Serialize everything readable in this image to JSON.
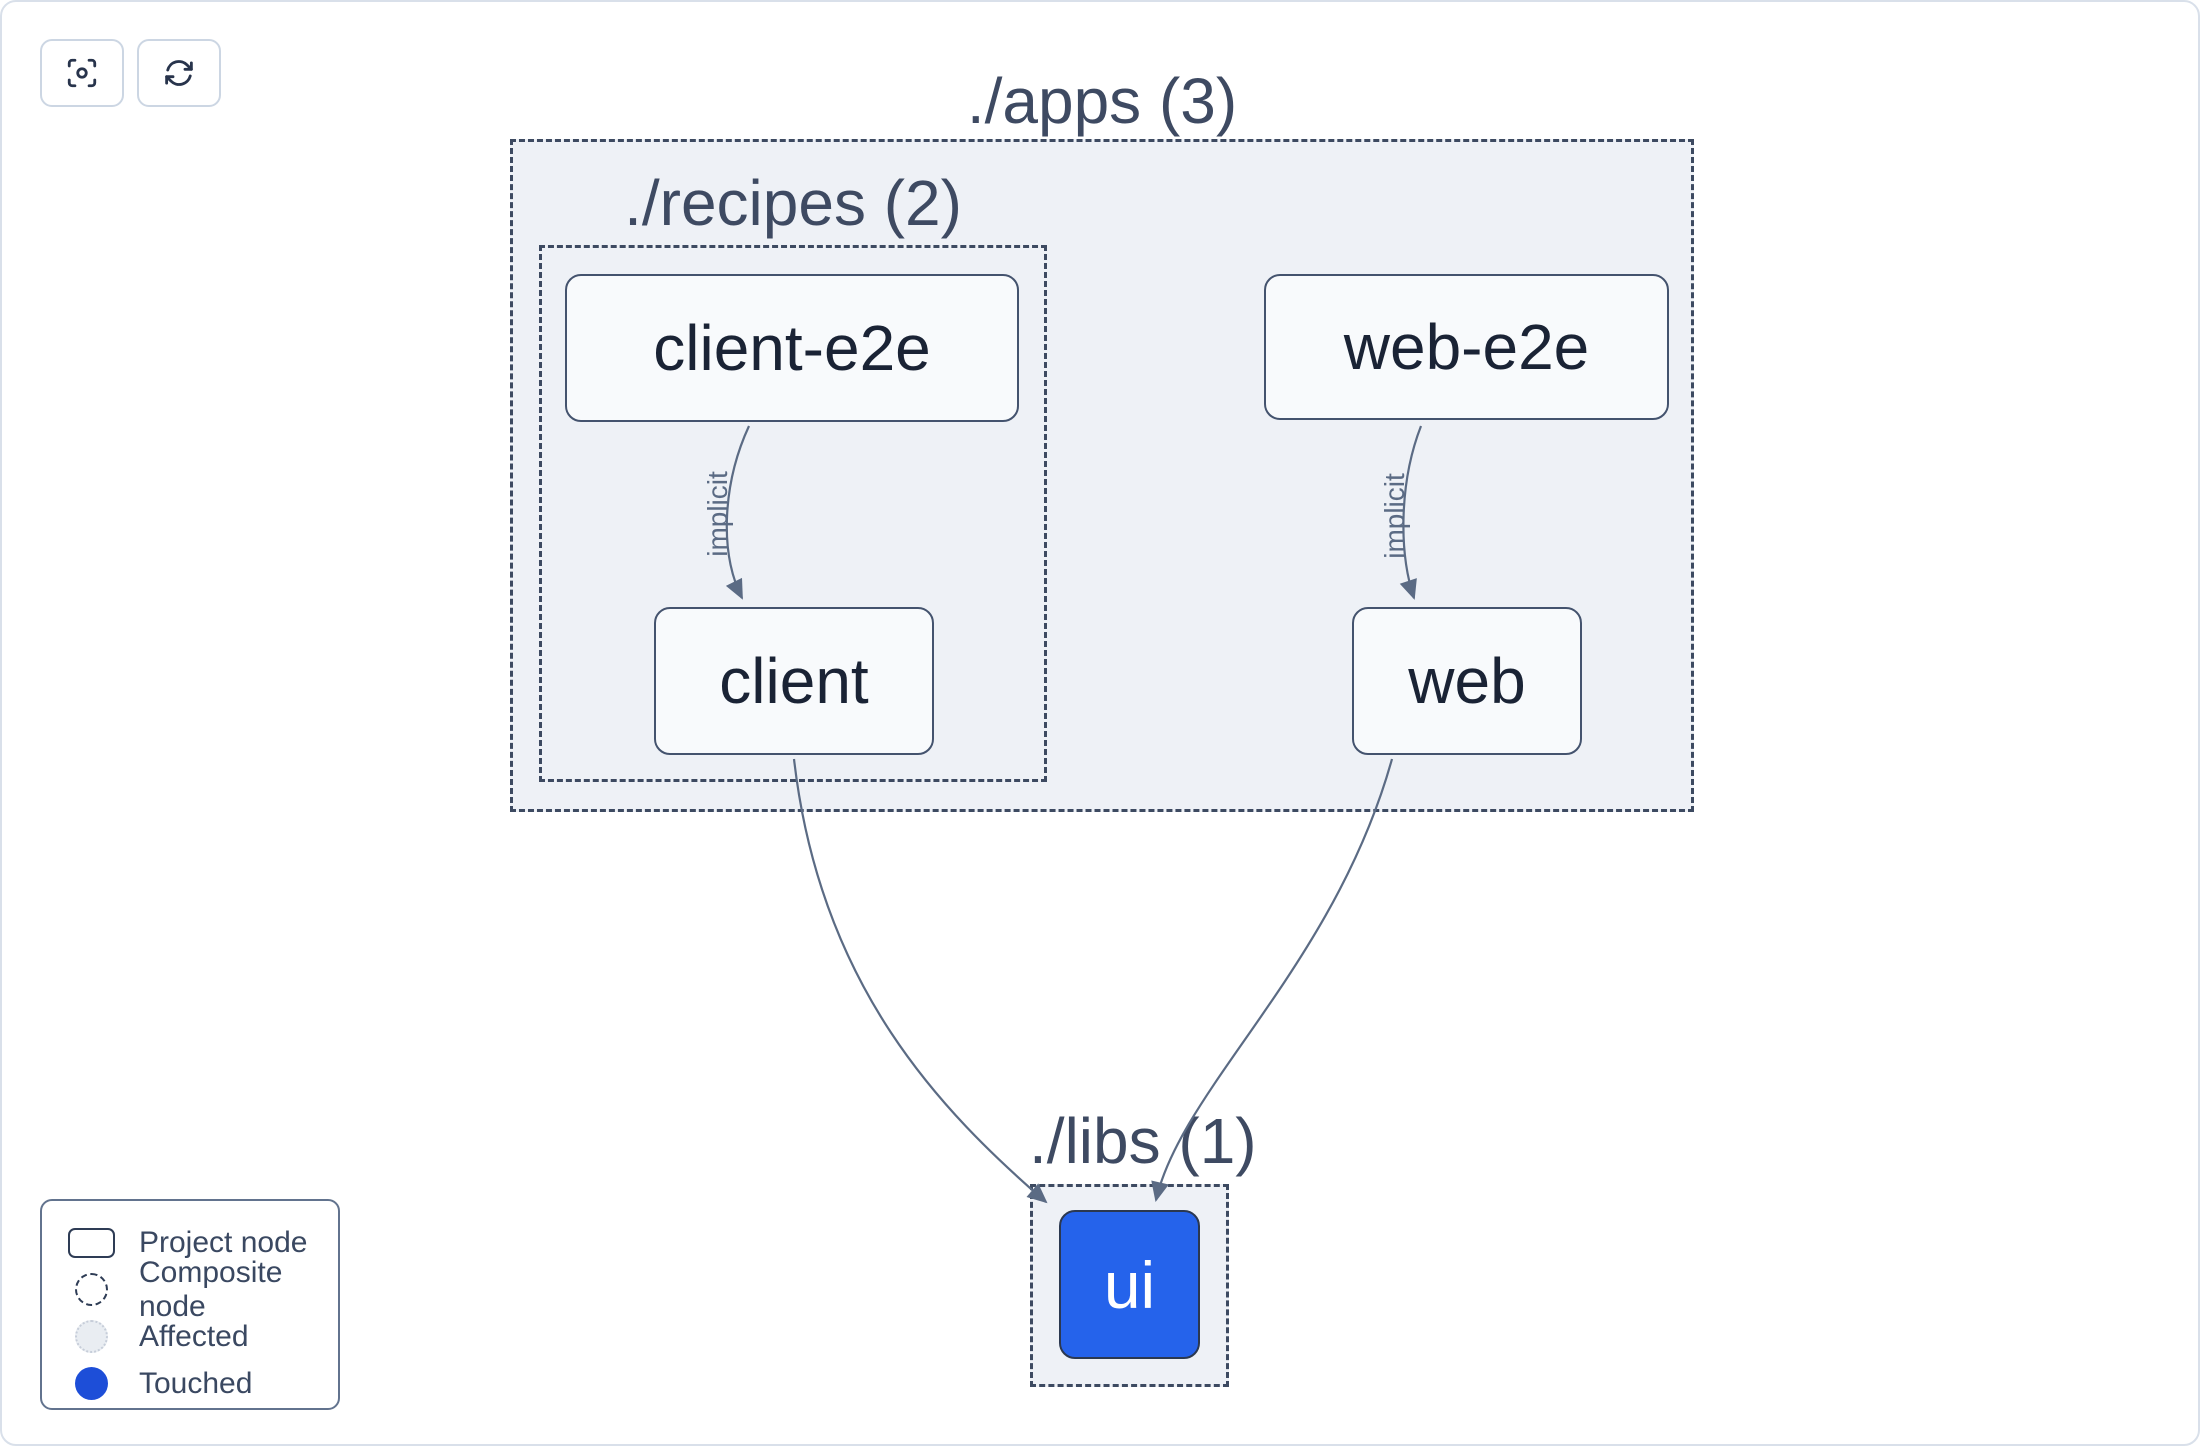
{
  "toolbar": {
    "focus_button": {
      "icon": "focus-icon"
    },
    "refresh_button": {
      "icon": "refresh-icon"
    }
  },
  "graph": {
    "groups": [
      {
        "id": "apps",
        "label": "./apps (3)"
      },
      {
        "id": "recipes",
        "label": "./recipes (2)"
      },
      {
        "id": "libs",
        "label": "./libs (1)"
      }
    ],
    "nodes": [
      {
        "id": "client-e2e",
        "label": "client-e2e",
        "state": "normal"
      },
      {
        "id": "web-e2e",
        "label": "web-e2e",
        "state": "normal"
      },
      {
        "id": "client",
        "label": "client",
        "state": "normal"
      },
      {
        "id": "web",
        "label": "web",
        "state": "normal"
      },
      {
        "id": "ui",
        "label": "ui",
        "state": "touched"
      }
    ],
    "edges": [
      {
        "from": "client-e2e",
        "to": "client",
        "label": "implicit"
      },
      {
        "from": "web-e2e",
        "to": "web",
        "label": "implicit"
      },
      {
        "from": "client",
        "to": "ui",
        "label": ""
      },
      {
        "from": "web",
        "to": "ui",
        "label": ""
      }
    ]
  },
  "legend": {
    "items": [
      {
        "label": "Project node",
        "swatch": "project-rect"
      },
      {
        "label": "Composite node",
        "swatch": "composite-dashed-circle"
      },
      {
        "label": "Affected",
        "swatch": "affected-circle"
      },
      {
        "label": "Touched",
        "swatch": "touched-circle"
      }
    ]
  },
  "colors": {
    "touched_node_fill": "#2563eb",
    "legend_touched": "#1d4ed8",
    "edge": "#5b6b84",
    "container_fill": "#eef1f6",
    "container_border": "#3d4a61",
    "node_fill": "#f8fafc",
    "node_border": "#44536e",
    "dark_text": "#1a2335",
    "group_label_text": "#3e4a62"
  }
}
